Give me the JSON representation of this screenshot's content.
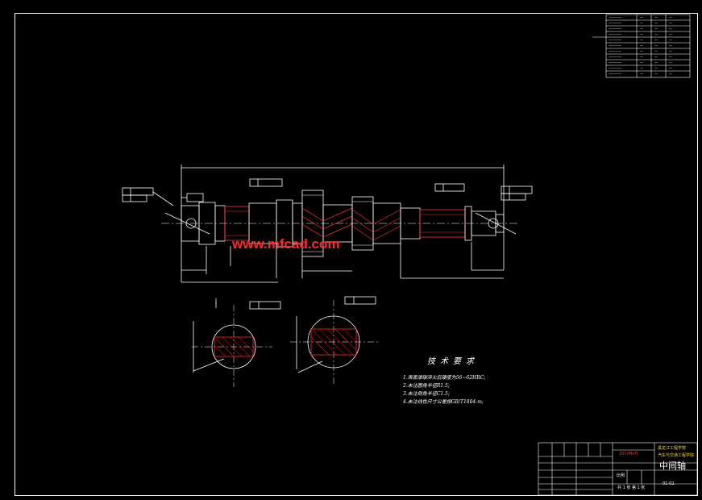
{
  "drawing": {
    "background": "#000000",
    "line_color": "#ffffff",
    "hatch_color": "#ff3030",
    "accent_yellow": "#ffd23a",
    "accent_red": "#ff3030"
  },
  "watermark": "www.mfcad.com",
  "tech_requirements": {
    "title": "技术要求",
    "items": [
      "1.表面渗碳淬火后硬度为56~62HRC;",
      "2.未注圆角半径R1.5;",
      "3.未注倒角半径C1.5;",
      "4.未注线性尺寸公差按GB/T1804-m;"
    ]
  },
  "title_block": {
    "part_name": "中间轴",
    "school_line1": "黑龙江工程学院",
    "school_line2": "汽车与交通工程学院",
    "scale_label": "比例",
    "sheet_label": "共 1 张  第 1 张",
    "red_label": "20CrMnTi",
    "drawing_no": "01-02"
  }
}
